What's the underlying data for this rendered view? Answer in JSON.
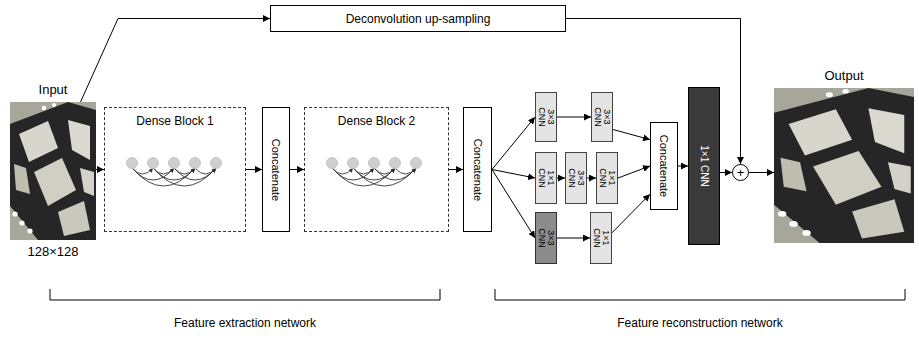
{
  "diagram": {
    "nodes": [
      {
        "text": [
          "Input",
          "128×128"
        ]
      },
      {
        "text": [
          "Deconvolution up-sampling"
        ]
      },
      {
        "text": [
          "Dense Block 1"
        ]
      },
      {
        "text": [
          "Concatenate"
        ]
      },
      {
        "text": [
          "Dense Block 2"
        ]
      },
      {
        "text": [
          "Concatenate"
        ]
      },
      {
        "text": [
          "3×3 CNN"
        ]
      },
      {
        "text": [
          "3×3 CNN"
        ]
      },
      {
        "text": [
          "1×1 CNN"
        ]
      },
      {
        "text": [
          "3×3 CNN"
        ]
      },
      {
        "text": [
          "1×1 CNN"
        ]
      },
      {
        "text": [
          "3×3 CNN"
        ]
      },
      {
        "text": [
          "1×1 CNN"
        ]
      },
      {
        "text": [
          "Concatenate"
        ]
      },
      {
        "text": [
          "1×1 CNN"
        ]
      },
      {
        "text": [
          "+"
        ]
      },
      {
        "text": [
          "Output"
        ]
      }
    ],
    "edges": [
      {
        "from": 0,
        "to": 1,
        "arrow": "to"
      },
      {
        "from": 0,
        "to": 2,
        "arrow": "to"
      },
      {
        "from": 2,
        "to": 3,
        "arrow": "to"
      },
      {
        "from": 3,
        "to": 4,
        "arrow": "to"
      },
      {
        "from": 4,
        "to": 5,
        "arrow": "to"
      },
      {
        "from": 5,
        "to": 6,
        "arrow": "to"
      },
      {
        "from": 5,
        "to": 8,
        "arrow": "to"
      },
      {
        "from": 5,
        "to": 11,
        "arrow": "to"
      },
      {
        "from": 6,
        "to": 7,
        "arrow": "to"
      },
      {
        "from": 8,
        "to": 9,
        "arrow": "to"
      },
      {
        "from": 9,
        "to": 10,
        "arrow": "to"
      },
      {
        "from": 11,
        "to": 12,
        "arrow": "to"
      },
      {
        "from": 7,
        "to": 13,
        "arrow": "to"
      },
      {
        "from": 10,
        "to": 13,
        "arrow": "to"
      },
      {
        "from": 12,
        "to": 13,
        "arrow": "to"
      },
      {
        "from": 13,
        "to": 14,
        "arrow": "to"
      },
      {
        "from": 14,
        "to": 15,
        "arrow": "to"
      },
      {
        "from": 1,
        "to": 15,
        "arrow": "to"
      },
      {
        "from": 15,
        "to": 16,
        "arrow": "to"
      }
    ],
    "labels": [
      "Feature extraction network",
      "Feature reconstruction network"
    ]
  }
}
